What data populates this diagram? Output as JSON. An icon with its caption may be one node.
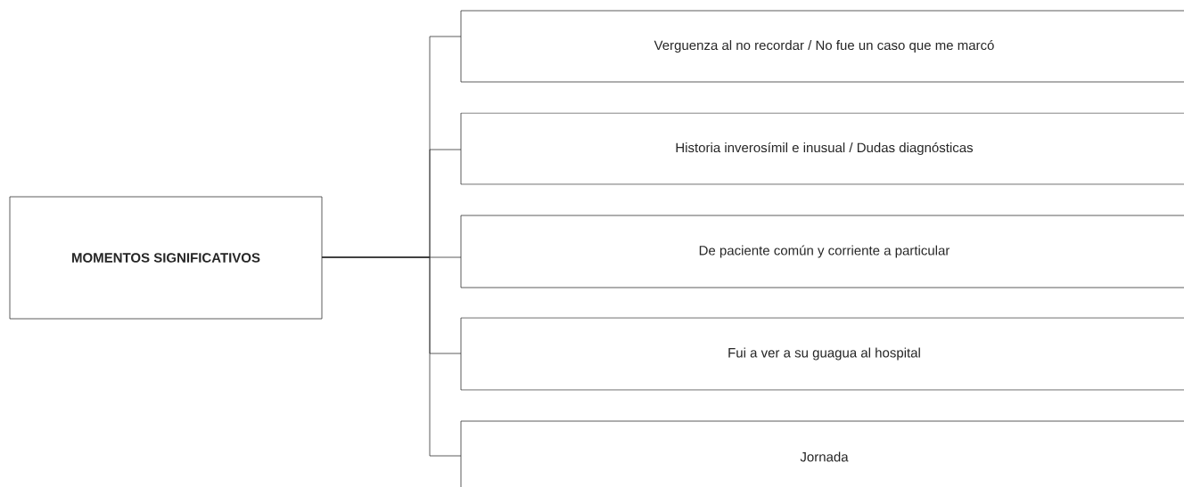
{
  "diagram": {
    "nodes": [
      {
        "text": [
          "MOMENTOS SIGNIFICATIVOS"
        ]
      },
      {
        "text": [
          "Verguenza al no recordar / No fue un caso que me marcó"
        ]
      },
      {
        "text": [
          "Historia inverosímil e inusual / Dudas diagnósticas"
        ]
      },
      {
        "text": [
          "De paciente común y corriente a particular"
        ]
      },
      {
        "text": [
          "Fui a ver a su guagua al hospital"
        ]
      },
      {
        "text": [
          "Jornada"
        ]
      }
    ],
    "edges": [
      {
        "from": 0,
        "to": 1,
        "arrow": "none"
      },
      {
        "from": 0,
        "to": 2,
        "arrow": "none"
      },
      {
        "from": 0,
        "to": 3,
        "arrow": "none"
      },
      {
        "from": 0,
        "to": 4,
        "arrow": "none"
      },
      {
        "from": 0,
        "to": 5,
        "arrow": "none"
      }
    ]
  }
}
